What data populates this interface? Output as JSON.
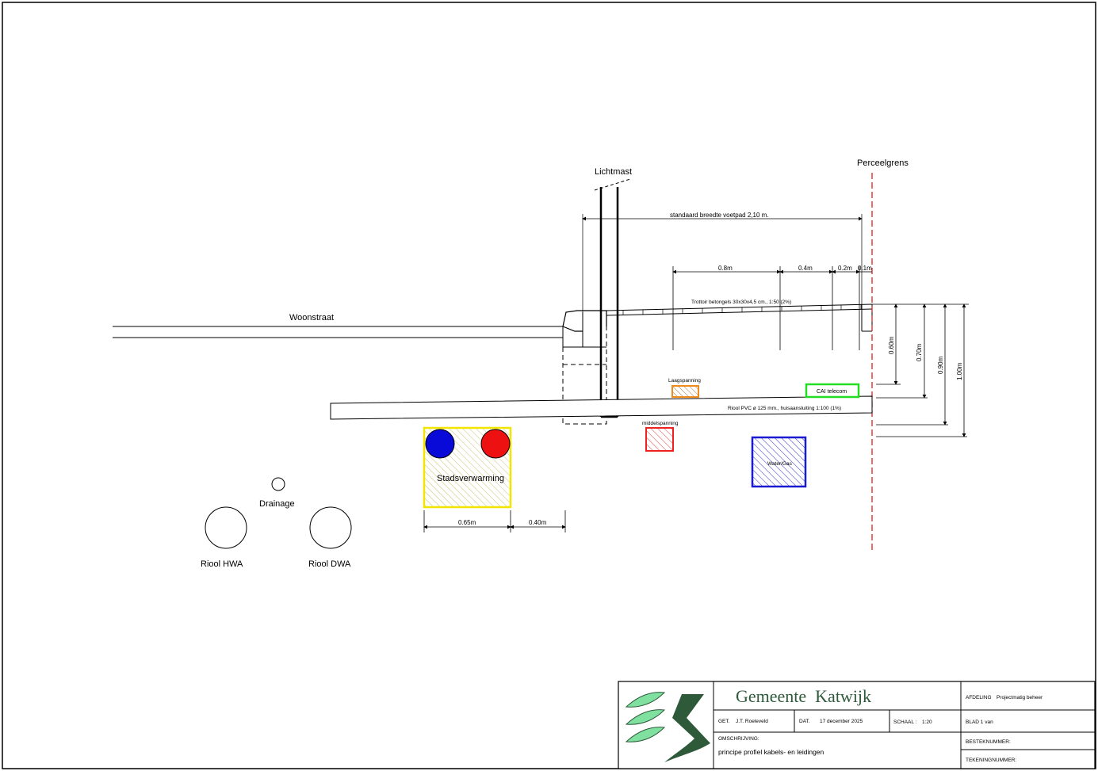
{
  "labels": {
    "lichtmast": "Lichtmast",
    "perceelgrens": "Perceelgrens",
    "woonstraat": "Woonstraat",
    "standaard_breedte": "standaard breedte voetpad 2,10 m.",
    "trottoir": "Trottoir betongels 30x30x4,5 cm., 1:50 (2%)",
    "riool_pvc": "Riool PVC ø 125 mm., huisaansluiting 1:100 (1%)",
    "laagspanning": "Laagspanning",
    "cai_telecom": "CAI telecom",
    "middelspanning": "middelspanning",
    "water_gas": "Water/Gas",
    "stadsverwarming": "Stadsverwarming",
    "drainage": "Drainage",
    "riool_hwa": "Riool HWA",
    "riool_dwa": "Riool DWA"
  },
  "dimensions": {
    "d_08": "0.8m",
    "d_04": "0.4m",
    "d_02": "0.2m",
    "d_01": "0.1m",
    "d_065": "0.65m",
    "d_040": "0.40m",
    "v_060": "0.60m",
    "v_070": "0.70m",
    "v_090": "0.90m",
    "v_100": "1.00m"
  },
  "colors": {
    "stadsverwarming": "#f2e600",
    "supply_blue": "#0a0ad8",
    "return_red": "#ee1111",
    "laagspanning": "#f08a1c",
    "cai_telecom": "#22dd22",
    "middelspanning": "#ee2020",
    "water_gas": "#1a1ad0",
    "perceelgrens": "#e02020",
    "logo_green": "#2e5a3a"
  },
  "titleblock": {
    "org": "Gemeente  Katwijk",
    "afdeling_label": "AFDELING",
    "afdeling_value": "Projectmatig beheer",
    "get_label": "GET.",
    "get_value": "J.T. Roeleveld",
    "dat_label": "DAT.",
    "dat_value": "17 december 2025",
    "schaal_label": "SCHAAL :",
    "schaal_value": "1:20",
    "blad": "BLAD 1 van",
    "omschrijving_label": "OMSCHRIJVING:",
    "omschrijving_value": "principe profiel kabels- en leidingen",
    "bestek_label": "BESTEKNUMMER:",
    "tekening_label": "TEKENINGNUMMER:"
  }
}
